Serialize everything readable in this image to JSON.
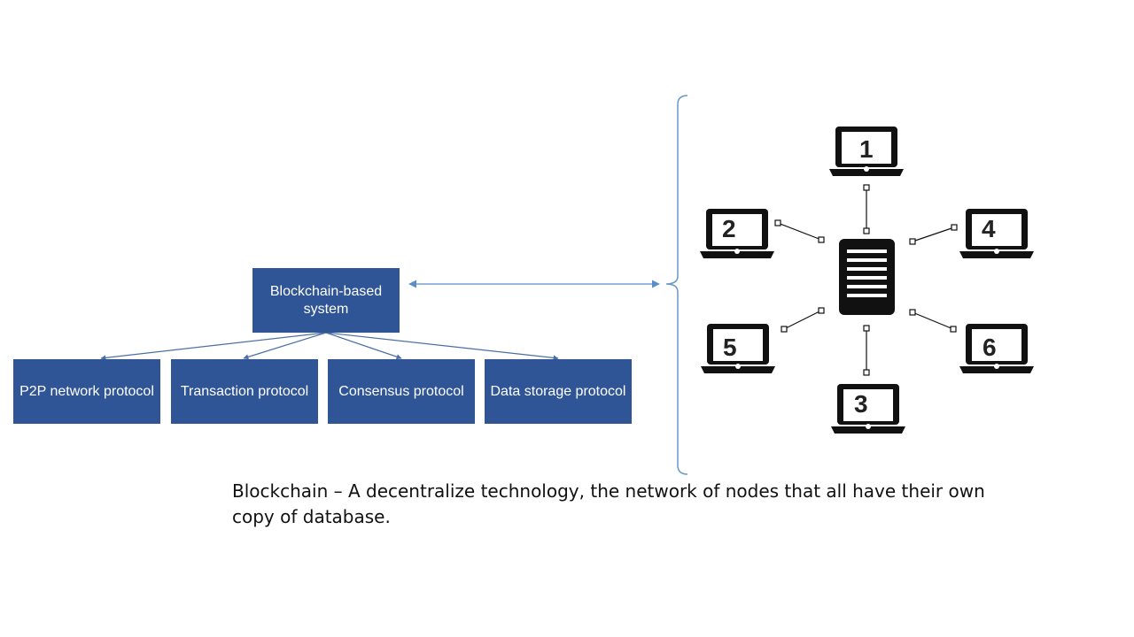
{
  "hierarchy": {
    "root": "Blockchain-based system",
    "children": [
      "P2P network protocol",
      "Transaction protocol",
      "Consensus protocol",
      "Data storage protocol"
    ]
  },
  "network": {
    "center_icon": "server-icon",
    "node_icon": "laptop-icon",
    "nodes": [
      "1",
      "2",
      "3",
      "4",
      "5",
      "6"
    ]
  },
  "caption": "Blockchain – A decentralize technology, the network of nodes that all have their own copy of database.",
  "colors": {
    "box_fill": "#2f5597",
    "box_text": "#ffffff",
    "connector": "#4a6fa5",
    "arrow": "#5b8ec9",
    "bracket": "#6a97c9",
    "icon": "#111111"
  }
}
